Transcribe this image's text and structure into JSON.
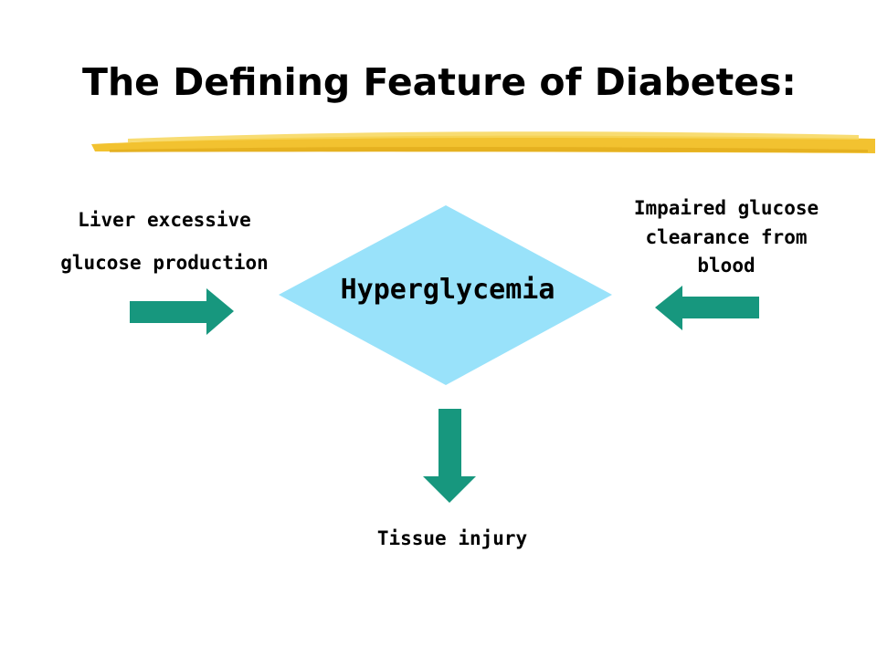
{
  "title": "The Defining Feature of Diabetes:",
  "center": {
    "label": "Hyperglycemia",
    "fill_color": "#99e2fa"
  },
  "inputs": {
    "left": {
      "lines": [
        "Liver excessive",
        "glucose production"
      ]
    },
    "right": {
      "lines": [
        "Impaired glucose",
        "clearance from",
        "blood"
      ]
    }
  },
  "output": {
    "label": "Tissue injury"
  },
  "colors": {
    "arrow": "#17977e",
    "underline": "#f2c230",
    "text": "#000000"
  }
}
